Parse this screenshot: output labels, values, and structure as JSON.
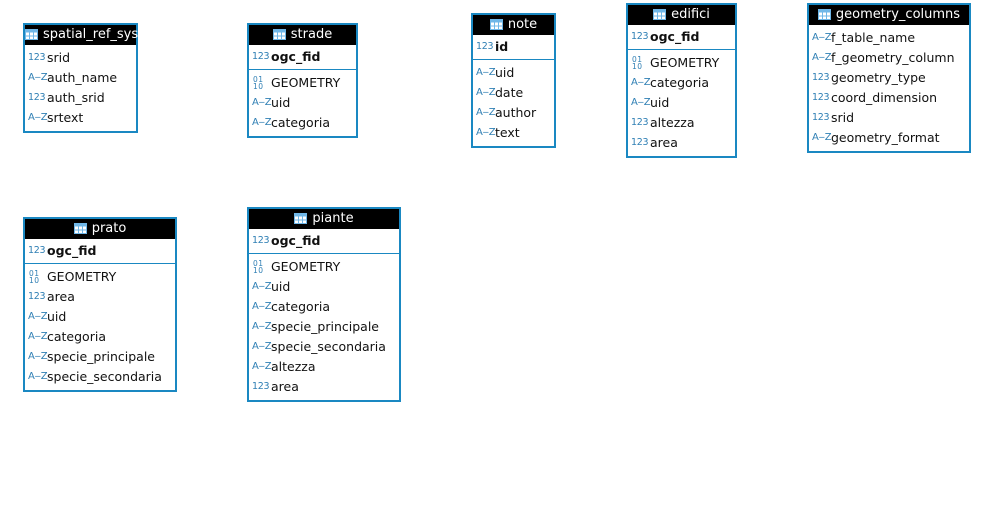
{
  "tables": {
    "spatial_ref_sys": {
      "name": "spatial_ref_sys",
      "keys": [],
      "columns": [
        {
          "name": "srid",
          "type": "123"
        },
        {
          "name": "auth_name",
          "type": "AZ"
        },
        {
          "name": "auth_srid",
          "type": "123"
        },
        {
          "name": "srtext",
          "type": "AZ"
        }
      ]
    },
    "strade": {
      "name": "strade",
      "keys": [
        {
          "name": "ogc_fid",
          "type": "123"
        }
      ],
      "columns": [
        {
          "name": "GEOMETRY",
          "type": "0110"
        },
        {
          "name": "uid",
          "type": "AZ"
        },
        {
          "name": "categoria",
          "type": "AZ"
        }
      ]
    },
    "note": {
      "name": "note",
      "keys": [
        {
          "name": "id",
          "type": "123"
        }
      ],
      "columns": [
        {
          "name": "uid",
          "type": "AZ"
        },
        {
          "name": "date",
          "type": "AZ"
        },
        {
          "name": "author",
          "type": "AZ"
        },
        {
          "name": "text",
          "type": "AZ"
        }
      ]
    },
    "edifici": {
      "name": "edifici",
      "keys": [
        {
          "name": "ogc_fid",
          "type": "123"
        }
      ],
      "columns": [
        {
          "name": "GEOMETRY",
          "type": "0110"
        },
        {
          "name": "categoria",
          "type": "AZ"
        },
        {
          "name": "uid",
          "type": "AZ"
        },
        {
          "name": "altezza",
          "type": "123"
        },
        {
          "name": "area",
          "type": "123"
        }
      ]
    },
    "geometry_columns": {
      "name": "geometry_columns",
      "keys": [],
      "columns": [
        {
          "name": "f_table_name",
          "type": "AZ"
        },
        {
          "name": "f_geometry_column",
          "type": "AZ"
        },
        {
          "name": "geometry_type",
          "type": "123"
        },
        {
          "name": "coord_dimension",
          "type": "123"
        },
        {
          "name": "srid",
          "type": "123"
        },
        {
          "name": "geometry_format",
          "type": "AZ"
        }
      ]
    },
    "prato": {
      "name": "prato",
      "keys": [
        {
          "name": "ogc_fid",
          "type": "123"
        }
      ],
      "columns": [
        {
          "name": "GEOMETRY",
          "type": "0110"
        },
        {
          "name": "area",
          "type": "123"
        },
        {
          "name": "uid",
          "type": "AZ"
        },
        {
          "name": "categoria",
          "type": "AZ"
        },
        {
          "name": "specie_principale",
          "type": "AZ"
        },
        {
          "name": "specie_secondaria",
          "type": "AZ"
        }
      ]
    },
    "piante": {
      "name": "piante",
      "keys": [
        {
          "name": "ogc_fid",
          "type": "123"
        }
      ],
      "columns": [
        {
          "name": "GEOMETRY",
          "type": "0110"
        },
        {
          "name": "uid",
          "type": "AZ"
        },
        {
          "name": "categoria",
          "type": "AZ"
        },
        {
          "name": "specie_principale",
          "type": "AZ"
        },
        {
          "name": "specie_secondaria",
          "type": "AZ"
        },
        {
          "name": "altezza",
          "type": "AZ"
        },
        {
          "name": "area",
          "type": "123"
        }
      ]
    }
  },
  "type_icons": {
    "123": "numeric-type-icon",
    "AZ": "string-type-icon",
    "0110": "binary-type-icon"
  },
  "colors": {
    "border": "#1a88c2",
    "header_bg": "#000000",
    "header_text": "#ffffff",
    "type_icon": "#2f7fb4"
  }
}
